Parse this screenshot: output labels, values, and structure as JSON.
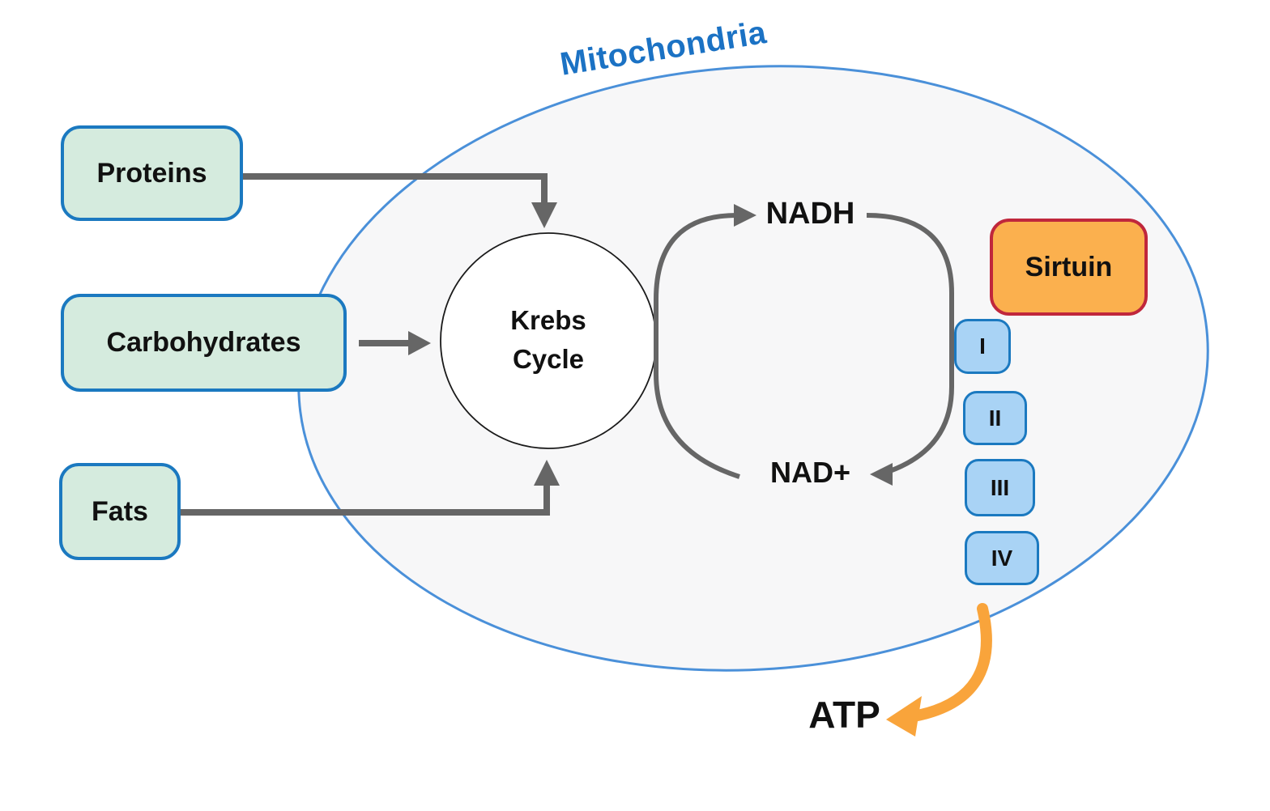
{
  "diagram": {
    "title": "Mitochondria",
    "nutrients": [
      {
        "label": "Proteins"
      },
      {
        "label": "Carbohydrates"
      },
      {
        "label": "Fats"
      }
    ],
    "krebs_cycle": {
      "line1": "Krebs",
      "line2": "Cycle"
    },
    "nadh_label": "NADH",
    "nad_label": "NAD+",
    "sirtuin_label": "Sirtuin",
    "complexes": [
      {
        "label": "I"
      },
      {
        "label": "II"
      },
      {
        "label": "III"
      },
      {
        "label": "IV"
      }
    ],
    "atp_label": "ATP",
    "colors": {
      "membrane_stroke": "#4a90d9",
      "membrane_fill": "#f7f7f8",
      "title_blue": "#1b72c4",
      "nutrient_fill": "#d5ebde",
      "nutrient_border": "#1b79c0",
      "arrow_gray": "#666666",
      "krebs_stroke": "#1a1a1a",
      "sirtuin_fill": "#fbb04e",
      "sirtuin_border": "#c0273c",
      "complex_fill": "#a9d3f5",
      "complex_border": "#1b79c0",
      "atp_arrow_orange": "#f9a43b"
    }
  }
}
